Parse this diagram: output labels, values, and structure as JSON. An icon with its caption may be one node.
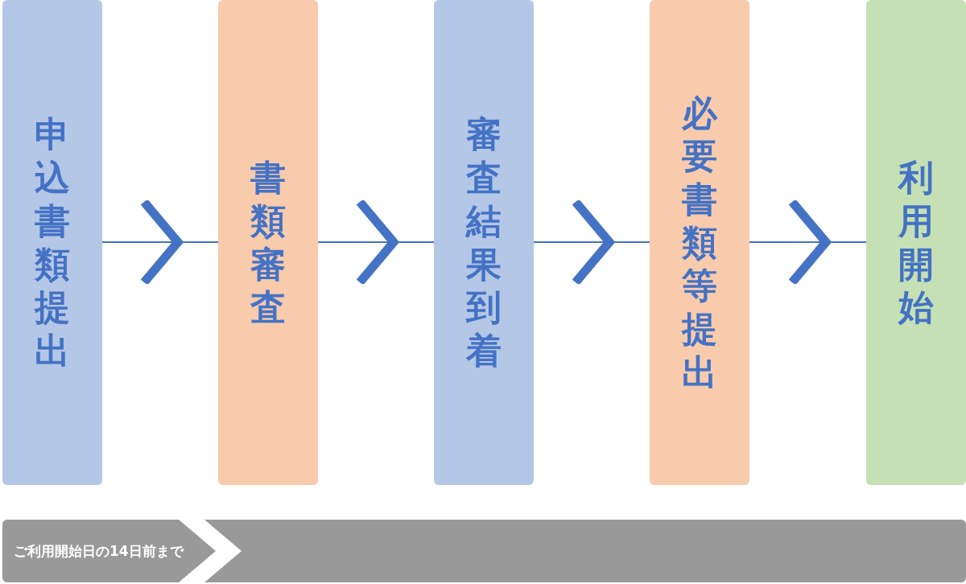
{
  "diagram": {
    "nodes": [
      {
        "text": [
          "申込書類提出"
        ]
      },
      {
        "text": [
          "書類審査"
        ]
      },
      {
        "text": [
          "審査結果到着"
        ]
      },
      {
        "text": [
          "必要書類等提出"
        ]
      },
      {
        "text": [
          "利用開始"
        ]
      },
      {
        "text": [
          "ご利用開始日の14日前まで"
        ]
      }
    ],
    "edges": [
      {
        "from": 0,
        "to": 1,
        "arrow": "to"
      },
      {
        "from": 1,
        "to": 2,
        "arrow": "to"
      },
      {
        "from": 2,
        "to": 3,
        "arrow": "to"
      },
      {
        "from": 3,
        "to": 4,
        "arrow": "to"
      }
    ]
  }
}
